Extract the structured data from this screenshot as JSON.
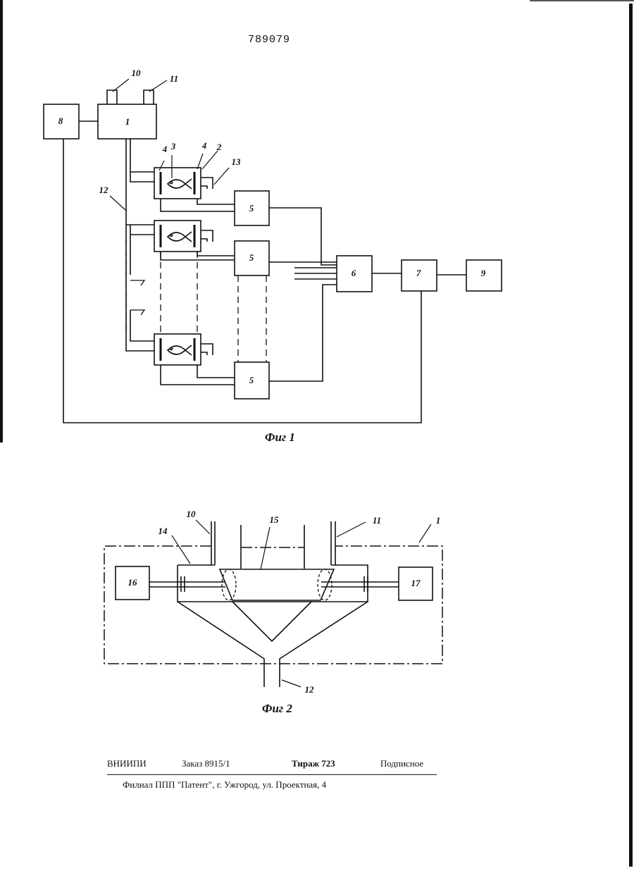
{
  "header": {
    "patent_number": "789079"
  },
  "figure1": {
    "caption": "Фиг 1",
    "blocks": {
      "b1": "1",
      "b5": "5",
      "b6": "6",
      "b7": "7",
      "b8": "8",
      "b9": "9"
    },
    "callouts": {
      "c2": "2",
      "c3": "3",
      "c4": "4",
      "c10": "10",
      "c11": "11",
      "c12": "12",
      "c13": "13"
    }
  },
  "figure2": {
    "caption": "Фиг 2",
    "blocks": {
      "b16": "16",
      "b17": "17"
    },
    "callouts": {
      "c1": "1",
      "c10": "10",
      "c11": "11",
      "c12": "12",
      "c14": "14",
      "c15": "15"
    }
  },
  "footer": {
    "org": "ВНИИПИ",
    "order": "Заказ 8915/1",
    "circulation": "Тираж 723",
    "subscription": "Подписное",
    "address": "Филиал ППП \"Патент\", г. Ужгород, ул. Проектная, 4"
  }
}
